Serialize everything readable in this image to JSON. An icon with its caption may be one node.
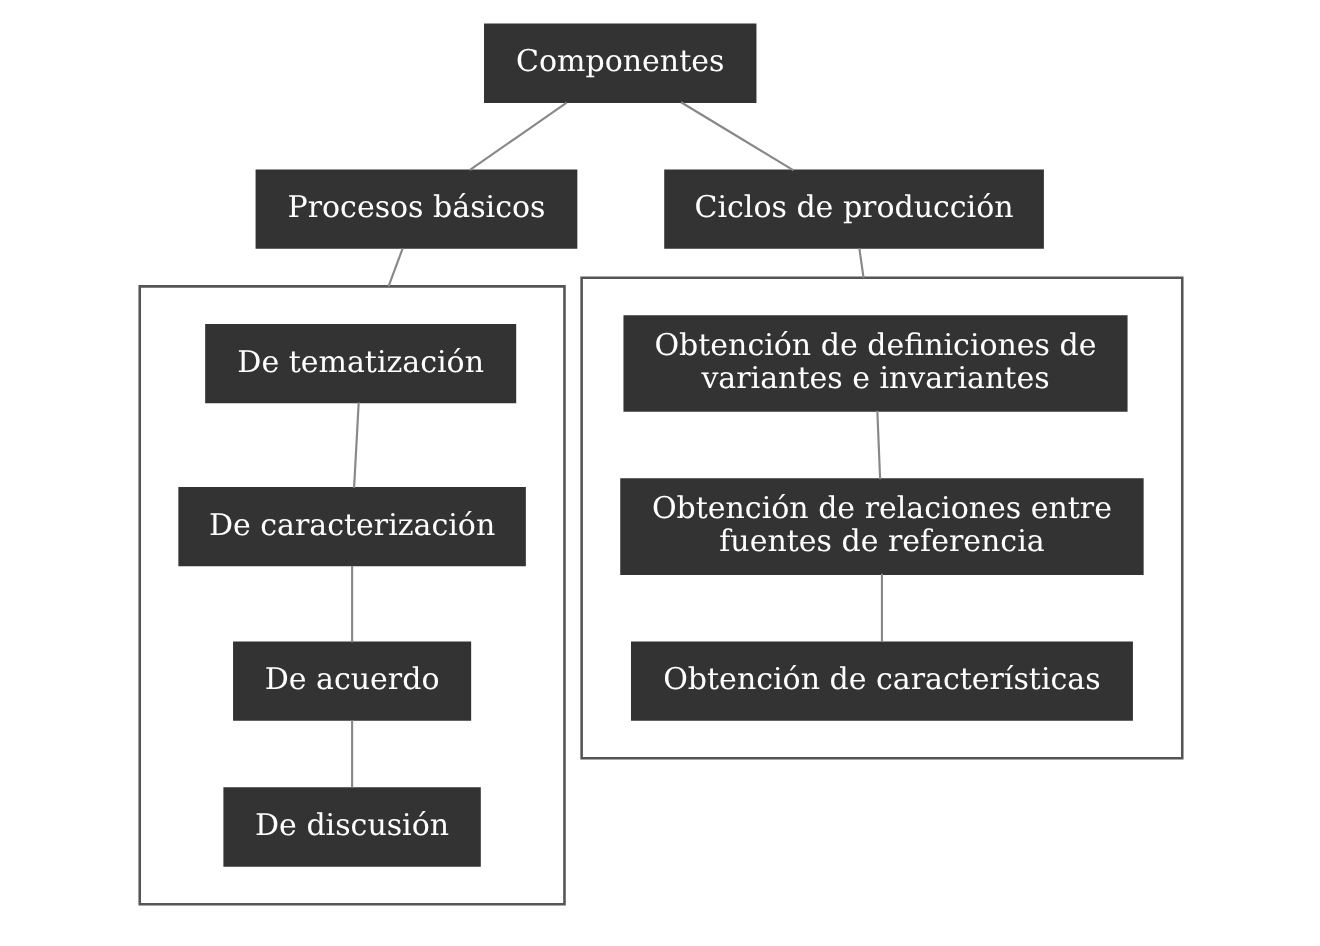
{
  "diagram": {
    "nodes": [
      {
        "text": [
          "Componentes"
        ]
      },
      {
        "text": [
          "Procesos básicos"
        ]
      },
      {
        "text": [],
        "shape": "box"
      },
      {
        "text": [
          "De tematización"
        ],
        "in": 2
      },
      {
        "text": [
          "De caracterización"
        ],
        "in": 2
      },
      {
        "text": [
          "De acuerdo"
        ],
        "in": 2
      },
      {
        "text": [
          "De discusión"
        ],
        "in": 2
      },
      {
        "text": [
          "Ciclos de producción"
        ]
      },
      {
        "text": [],
        "shape": "box"
      },
      {
        "text": [
          "Obtención de definiciones de variantes e invariantes"
        ],
        "in": 8
      },
      {
        "text": [
          "Obtención de relaciones entre fuentes de referencia"
        ],
        "in": 8
      },
      {
        "text": [
          "Obtención de características"
        ],
        "in": 8
      }
    ],
    "edges": [
      {
        "from": 0,
        "to": 1,
        "arrow": "none"
      },
      {
        "from": 0,
        "to": 7,
        "arrow": "none"
      },
      {
        "from": 1,
        "to": 2,
        "arrow": "none"
      },
      {
        "from": 3,
        "to": 4,
        "arrow": "none"
      },
      {
        "from": 4,
        "to": 5,
        "arrow": "none"
      },
      {
        "from": 5,
        "to": 6,
        "arrow": "none"
      },
      {
        "from": 7,
        "to": 8,
        "arrow": "none"
      },
      {
        "from": 9,
        "to": 10,
        "arrow": "none"
      },
      {
        "from": 10,
        "to": 11,
        "arrow": "none"
      }
    ]
  }
}
